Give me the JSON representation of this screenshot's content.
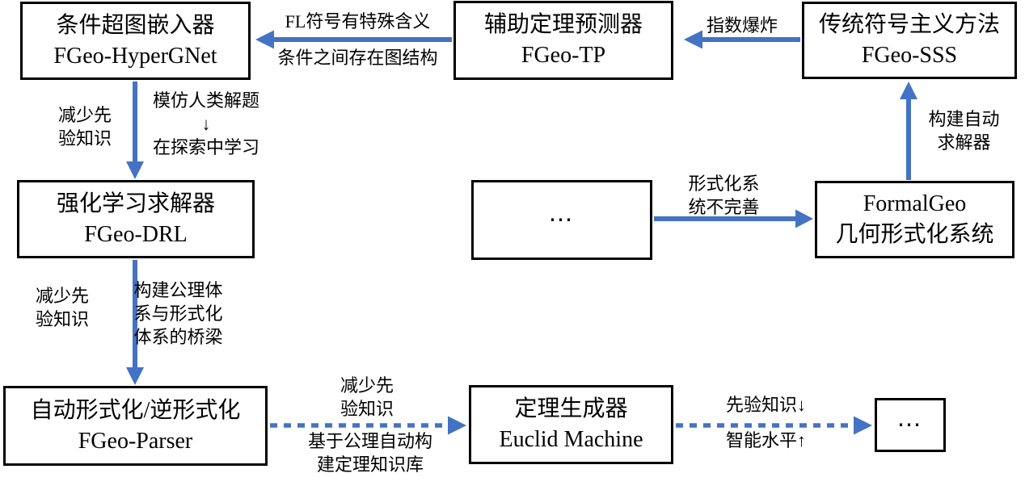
{
  "colors": {
    "arrow_blue": "#4472C4",
    "box_border": "#000000",
    "background": "#FFFFFF",
    "text": "#000000"
  },
  "boxes": {
    "hypergnet": {
      "line1": "条件超图嵌入器",
      "line2": "FGeo-HyperGNet"
    },
    "tp": {
      "line1": "辅助定理预测器",
      "line2": "FGeo-TP"
    },
    "sss": {
      "line1": "传统符号主义方法",
      "line2": "FGeo-SSS"
    },
    "drl": {
      "line1": "强化学习求解器",
      "line2": "FGeo-DRL"
    },
    "mid_ellipsis": {
      "line1": "⋯"
    },
    "formalgeo": {
      "line1": "FormalGeo",
      "line2": "几何形式化系统"
    },
    "parser": {
      "line1": "自动形式化/逆形式化",
      "line2": "FGeo-Parser"
    },
    "euclid": {
      "line1": "定理生成器",
      "line2": "Euclid Machine"
    },
    "end_ellipsis": {
      "line1": "⋯"
    }
  },
  "edge_labels": {
    "sss_to_tp": "指数爆炸",
    "tp_to_hypergnet_top": "FL符号有特殊含义",
    "tp_to_hypergnet_bottom": "条件之间存在图结构",
    "hypergnet_to_drl_left": "减少先\n验知识",
    "hypergnet_to_drl_right": "模仿人类解题\n↓\n在探索中学习",
    "drl_to_parser_left": "减少先\n验知识",
    "drl_to_parser_right": "构建公理体\n系与形式化\n体系的桥梁",
    "mid_to_formalgeo": "形式化系\n统不完善",
    "formalgeo_to_sss": "构建自动\n求解器",
    "parser_to_euclid_top": "减少先\n验知识",
    "parser_to_euclid_bottom": "基于公理自动构\n建定理知识库",
    "euclid_to_end_top": "先验知识↓",
    "euclid_to_end_bottom": "智能水平↑"
  }
}
